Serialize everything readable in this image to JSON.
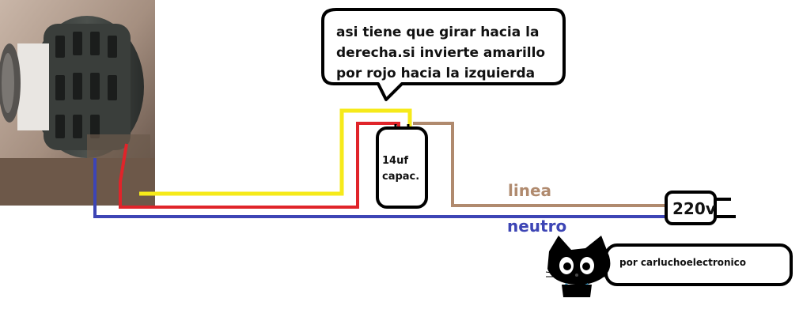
{
  "bubble": {
    "text": "asi tiene que girar hacia la\nderecha.si invierte amarillo\npor rojo hacia la izquierda"
  },
  "capacitor": {
    "label": "14uf\ncapac."
  },
  "wires": {
    "linea_label": "linea",
    "neutro_label": "neutro",
    "colors": {
      "yellow": "#f6ea1a",
      "red": "#e0242a",
      "brown": "#b08a6e",
      "blue": "#3d45b5"
    }
  },
  "plug": {
    "label": "220v"
  },
  "credit": {
    "text": "por carluchoelectronico"
  },
  "icons": {
    "motor": "electric-motor-photo",
    "cat": "chococat-icon",
    "plug": "power-plug-icon"
  }
}
